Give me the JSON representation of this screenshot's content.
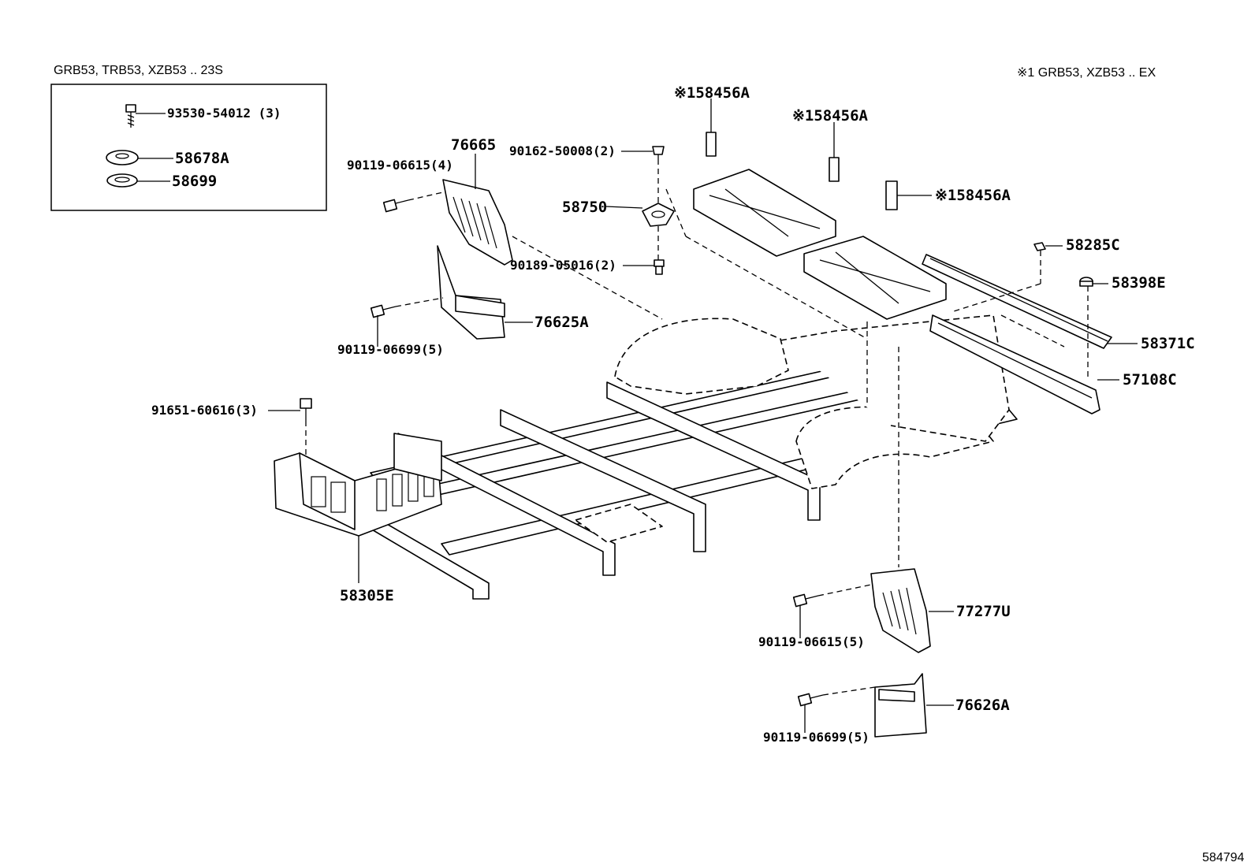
{
  "inset": {
    "title": "GRB53, TRB53, XZB53 .. 23S",
    "items": [
      {
        "part": "93530-54012",
        "qty": "(3)"
      },
      {
        "part": "58678A",
        "qty": ""
      },
      {
        "part": "58699",
        "qty": ""
      }
    ]
  },
  "footnote": "※1 GRB53, XZB53 .. EX",
  "figure_id": "584794",
  "callouts": {
    "c58456a_1": "※158456A",
    "c58456a_2": "※158456A",
    "c58456a_3": "※158456A",
    "c76665": "76665",
    "c90119_06615_4": "90119-06615(4)",
    "c90162_50008": "90162-50008(2)",
    "c58750": "58750",
    "c90189_05016": "90189-05016(2)",
    "c76625a": "76625A",
    "c90119_06699_5a": "90119-06699(5)",
    "c58285c": "58285C",
    "c58398e": "58398E",
    "c58371c": "58371C",
    "c57108c": "57108C",
    "c91651_60616": "91651-60616(3)",
    "c58305e": "58305E",
    "c77277u": "77277U",
    "c90119_06615_5": "90119-06615(5)",
    "c76626a": "76626A",
    "c90119_06699_5b": "90119-06699(5)"
  }
}
